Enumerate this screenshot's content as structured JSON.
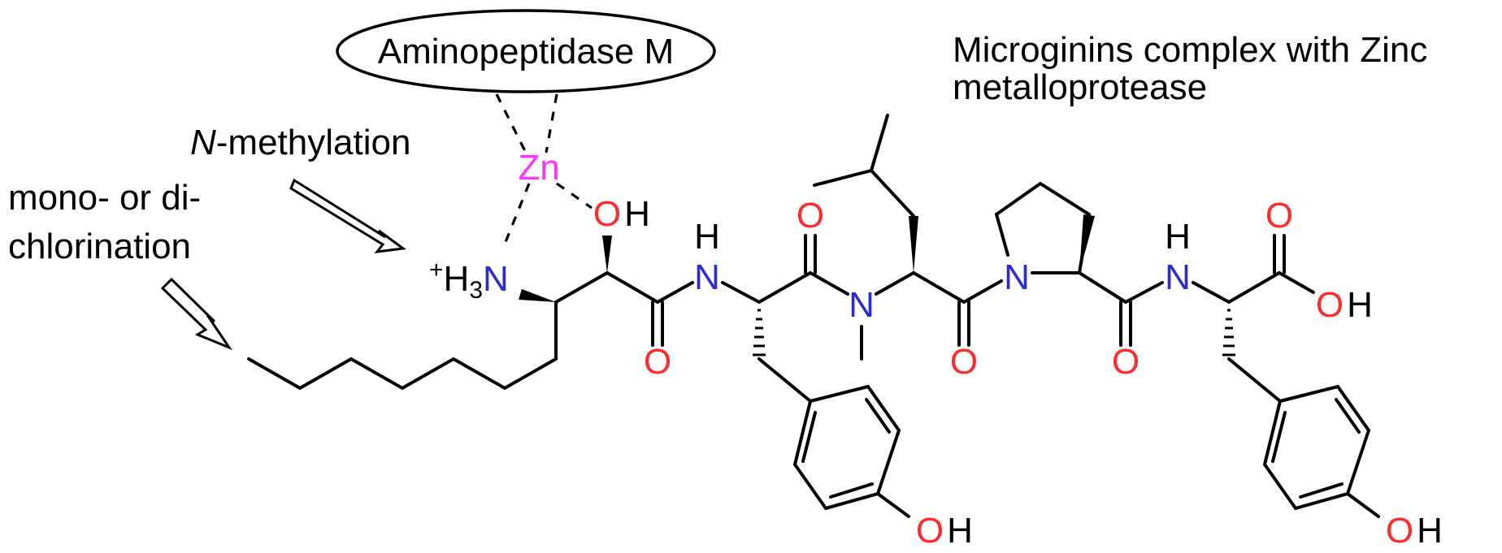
{
  "enzyme": {
    "name": "Aminopeptidase M"
  },
  "title": {
    "line1": "Microginins complex with Zinc",
    "line2": "metalloprotease"
  },
  "annotations": {
    "methylation": {
      "prefix": "N",
      "rest": "-methylation"
    },
    "chlorination": {
      "line1": "mono- or di-",
      "line2": "chlorination"
    }
  },
  "atoms": {
    "zinc": "Zn",
    "oxygen": "O",
    "hydrogen": "H",
    "nitrogen": "N",
    "ammonium_charge": "+",
    "ammonium_h": "H",
    "ammonium_subscript": "3",
    "ammonium_n": "N"
  },
  "colors": {
    "zinc": "#ff33ff",
    "oxygen": "#ff2a2a",
    "nitrogen": "#2b2bd6",
    "bond": "#000000"
  }
}
